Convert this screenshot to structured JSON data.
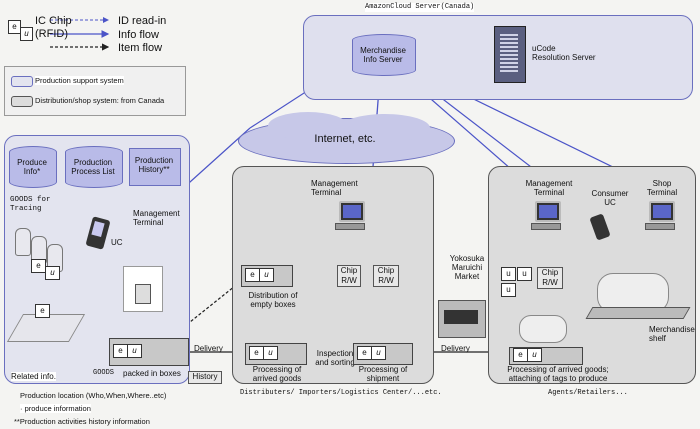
{
  "legend": {
    "chip_label": "IC Chip",
    "chip_sub": "(RFID)",
    "id_read_in": "ID read-in",
    "info_flow": "Info flow",
    "item_flow": "Item flow",
    "production_support": "Production support system",
    "distribution_shop": "Distribution/shop system: from Canada"
  },
  "cloud_server": {
    "title": "AmazonCloud Server(Canada)",
    "merchandise_server": "Merchandise\nInfo Server",
    "ucode_server": "uCode\nResolution Server"
  },
  "internet": "Internet, etc.",
  "production": {
    "db_produce": "Produce\nInfo*",
    "db_process": "Production\nProcess List",
    "db_history": "Production\nHistory**",
    "goods_tracing": "GOODS for\nTracing",
    "uc": "UC",
    "mgmt_terminal": "Management\nTerminal",
    "related_info": "Related info.",
    "goods": "GOODS",
    "packed": "packed in boxes",
    "history_btn": "History",
    "footer_line1": "Production location (Who,When,Where..etc)",
    "footer_line2": "· produce information",
    "footer_line3": "**Production activities history information"
  },
  "distribution": {
    "mgmt_terminal": "Management\nTerminal",
    "chip_rw1": "Chip\nR/W",
    "chip_rw2": "Chip\nR/W",
    "distribution_empty": "Distribution of\nempty boxes",
    "inspection": "Inspection\nand sorting",
    "processing_arrived": "Processing of\narrived goods",
    "processing_shipment": "Processing of\nshipment",
    "footer": "Distributers/ Importers/Logistics Center/...etc."
  },
  "market": {
    "name": "Yokosuka\nMaruichi\nMarket"
  },
  "flows": {
    "delivery1": "Delivery",
    "delivery2": "Delivery"
  },
  "retail": {
    "mgmt_terminal": "Management\nTerminal",
    "consumer_uc": "Consumer\nUC",
    "shop_terminal": "Shop\nTerminal",
    "chip_rw": "Chip\nR/W",
    "merch_shelf": "Merchandise\nshelf",
    "processing": "Processing of arrived goods;\nattaching of tags to produce",
    "footer": "Agents/Retailers..."
  },
  "chip_glyphs": {
    "e": "e",
    "u": "u"
  },
  "colors": {
    "blue_line": "#4b54c8",
    "panel_blue": "#6a6fbf",
    "db_fill": "#b9bbe8"
  }
}
